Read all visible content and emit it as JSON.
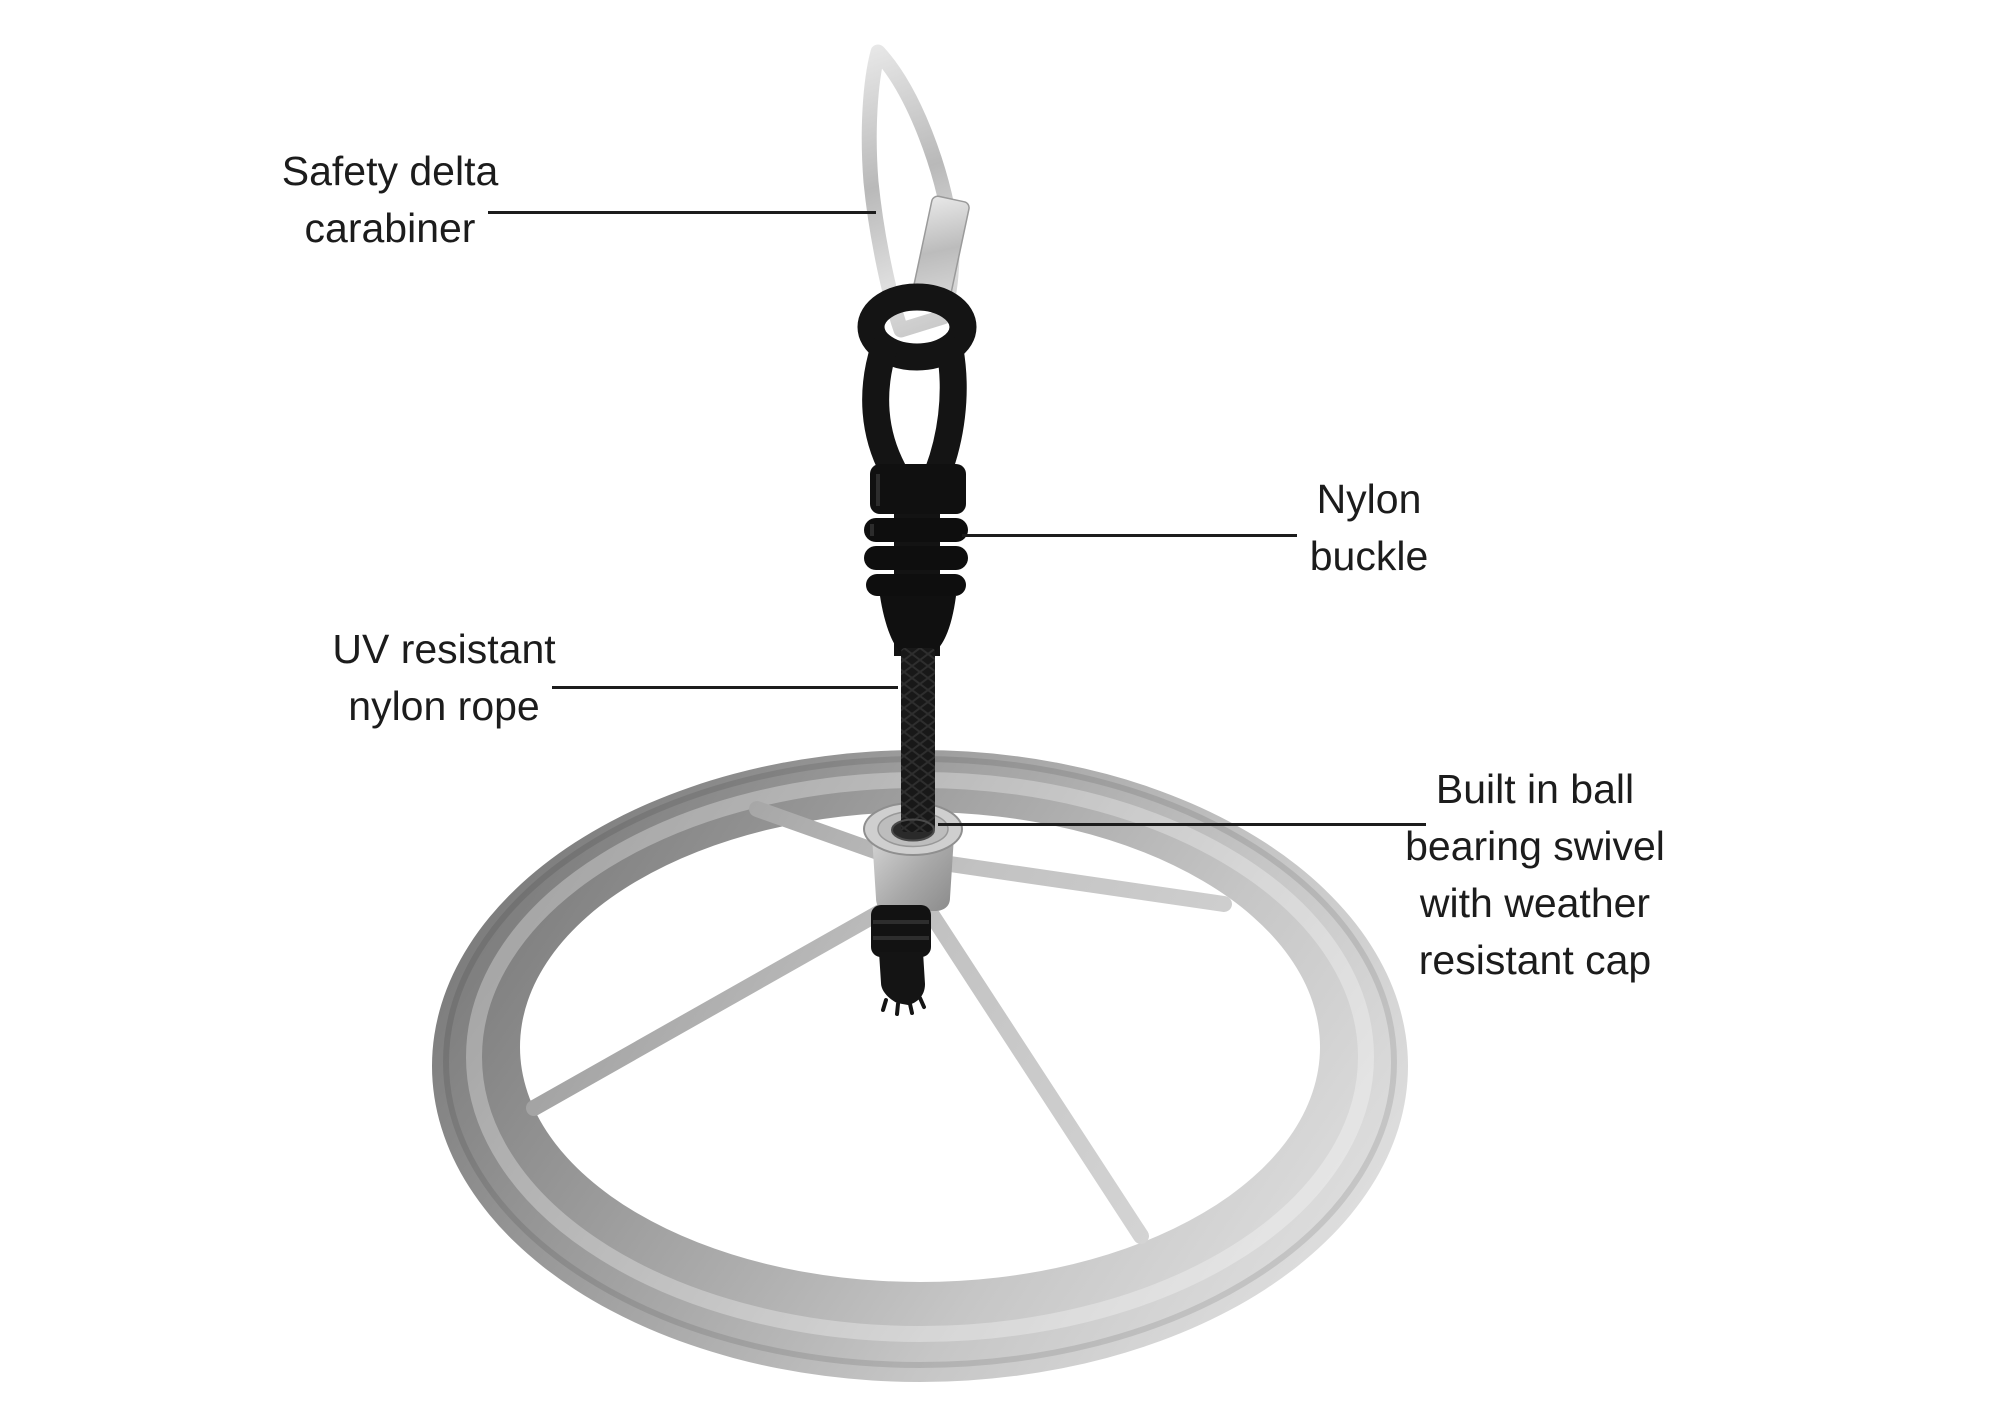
{
  "diagram": {
    "title": "ninja wheel parts diagram",
    "background_color": "#ffffff",
    "label_color": "#1c1c1c",
    "leader_line_color": "#1c1c1c",
    "metal_color_dark": "#737373",
    "metal_color_light": "#e2e2e2",
    "rope_color": "#161616",
    "labels": {
      "carabiner": {
        "line1": "Safety delta",
        "line2": "carabiner"
      },
      "buckle": {
        "line1": "Nylon",
        "line2": "buckle"
      },
      "rope": {
        "line1": "UV resistant",
        "line2": "nylon rope"
      },
      "swivel": {
        "line1": "Built in ball",
        "line2": "bearing swivel",
        "line3": "with weather",
        "line4": "resistant cap"
      }
    }
  }
}
